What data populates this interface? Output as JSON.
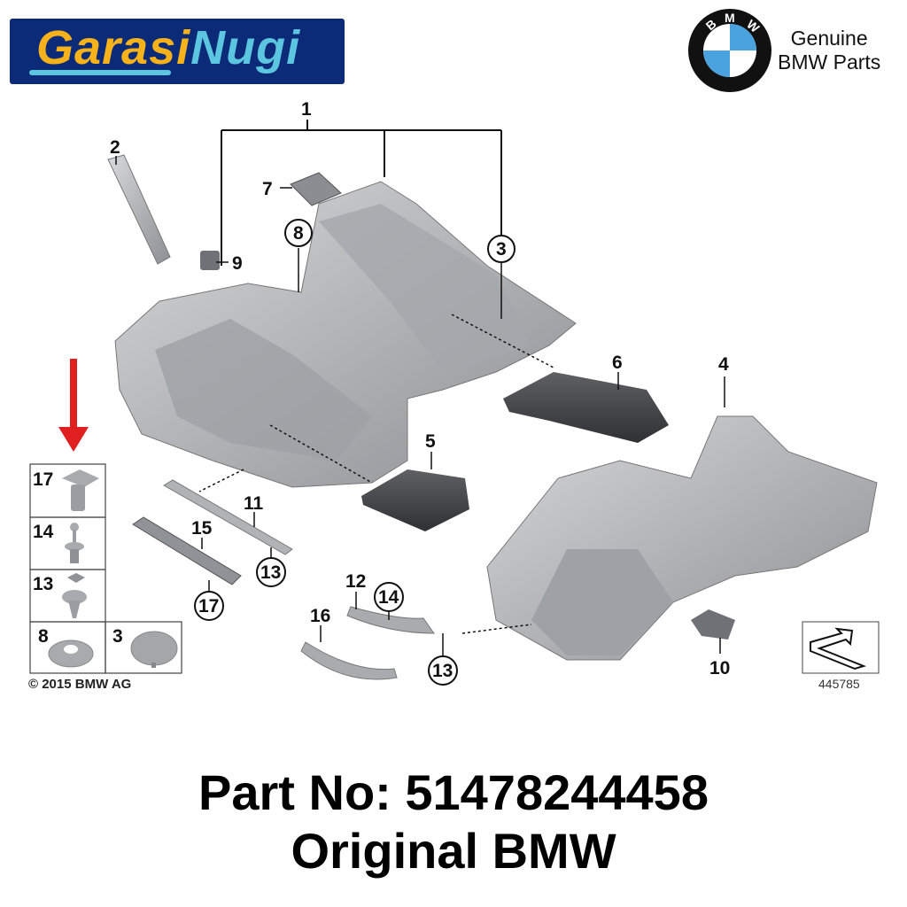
{
  "brand": {
    "logo_part1": "Garasi",
    "logo_part2": "Nugi"
  },
  "bmw_badge": {
    "logo_letters": "BMW",
    "line1": "Genuine",
    "line2": "BMW Parts",
    "colors": {
      "blue": "#4aa3df",
      "ring": "#111111"
    }
  },
  "diagram": {
    "callouts": [
      "1",
      "2",
      "7",
      "8",
      "9",
      "3",
      "6",
      "4",
      "5",
      "11",
      "15",
      "13",
      "17",
      "12",
      "14",
      "16",
      "13",
      "10"
    ],
    "legend_box": [
      {
        "number": "17"
      },
      {
        "number": "14"
      },
      {
        "number": "13"
      },
      {
        "number": "8"
      },
      {
        "number": "3"
      }
    ],
    "copyright": "© 2015 BMW AG",
    "diagram_ref": "445785",
    "arrow_color": "#e02020"
  },
  "footer": {
    "part_number_line": "Part No: 51478244458",
    "subtitle": "Original BMW"
  }
}
